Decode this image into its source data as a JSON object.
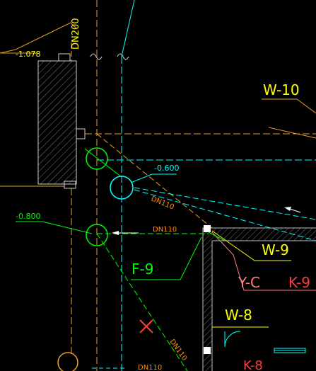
{
  "drawing": {
    "labels": {
      "w10": "W-10",
      "w9": "W-9",
      "w8": "W-8",
      "f9": "F-9",
      "yc": "Y-C",
      "k9": "K-9",
      "k8": "K-8"
    },
    "dimensions": {
      "dn200": "DN200",
      "dn110_a": "DN110",
      "dn110_b": "DN110",
      "dn110_c": "DN110",
      "dn110_d": "DN110"
    },
    "elevations": {
      "e1": "-1.078",
      "e2": "-0.600",
      "e3": "-0.800"
    }
  },
  "colors": {
    "background": "#000000",
    "orange_dashed": "#e6a020",
    "green": "#00ff00",
    "cyan": "#00ffff",
    "yellow": "#ffff00",
    "red": "#ff3b3b",
    "gray": "#a0a0a0",
    "white": "#ffffff"
  }
}
